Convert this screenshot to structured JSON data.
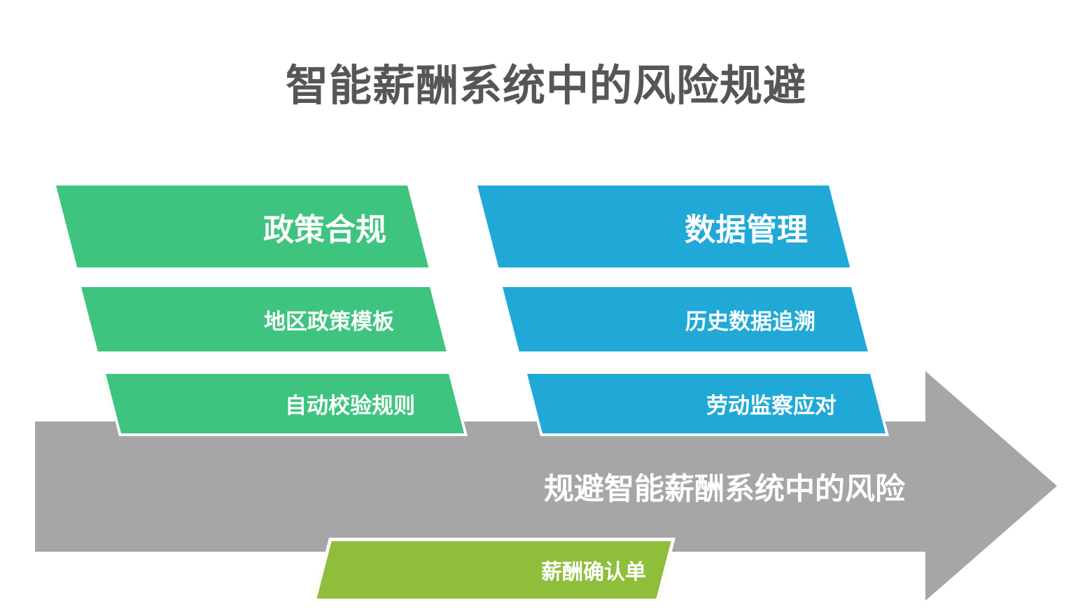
{
  "title": "智能薪酬系统中的风险规避",
  "groups": [
    {
      "header": "政策合规",
      "color": "#3EC47F",
      "items": [
        "地区政策模板",
        "自动校验规则"
      ]
    },
    {
      "header": "数据管理",
      "color": "#20A9D6",
      "items": [
        "历史数据追溯",
        "劳动监察应对"
      ]
    }
  ],
  "arrow": {
    "label": "规避智能薪酬系统中的风险",
    "color": "#A6A6A6"
  },
  "result": {
    "label": "薪酬确认单",
    "color": "#8FBE3B"
  },
  "text_colors": {
    "title": "#565656",
    "banner": "#FFFFFF"
  }
}
